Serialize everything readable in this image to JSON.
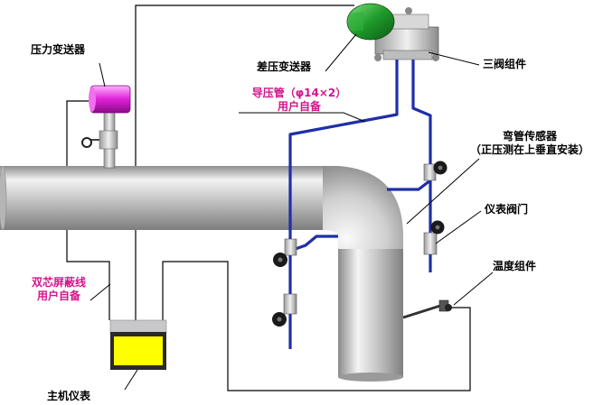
{
  "labels": {
    "pressure_transmitter": "压力变送器",
    "dp_transmitter": "差压变送器",
    "three_valve": "三阀组件",
    "impulse_tube_line1": "导压管（φ14×2）",
    "impulse_tube_line2": "用户自备",
    "elbow_sensor_line1": "弯管传感器",
    "elbow_sensor_line2": "（正压测在上垂直安装）",
    "instrument_valve": "仪表阀门",
    "temperature_assembly": "温度组件",
    "shielded_cable_line1": "双芯屏蔽线",
    "shielded_cable_line2": "用户自备",
    "host_instrument": "主机仪表"
  },
  "colors": {
    "label_black": "#000000",
    "label_magenta": "#d4148c",
    "impulse_tube": "#1e2fa8",
    "signal_wire": "#000000",
    "display_face": "#ffff00",
    "pressure_transmitter_body": "#e020d8",
    "dp_transmitter_housing": "#1f9a2a"
  }
}
